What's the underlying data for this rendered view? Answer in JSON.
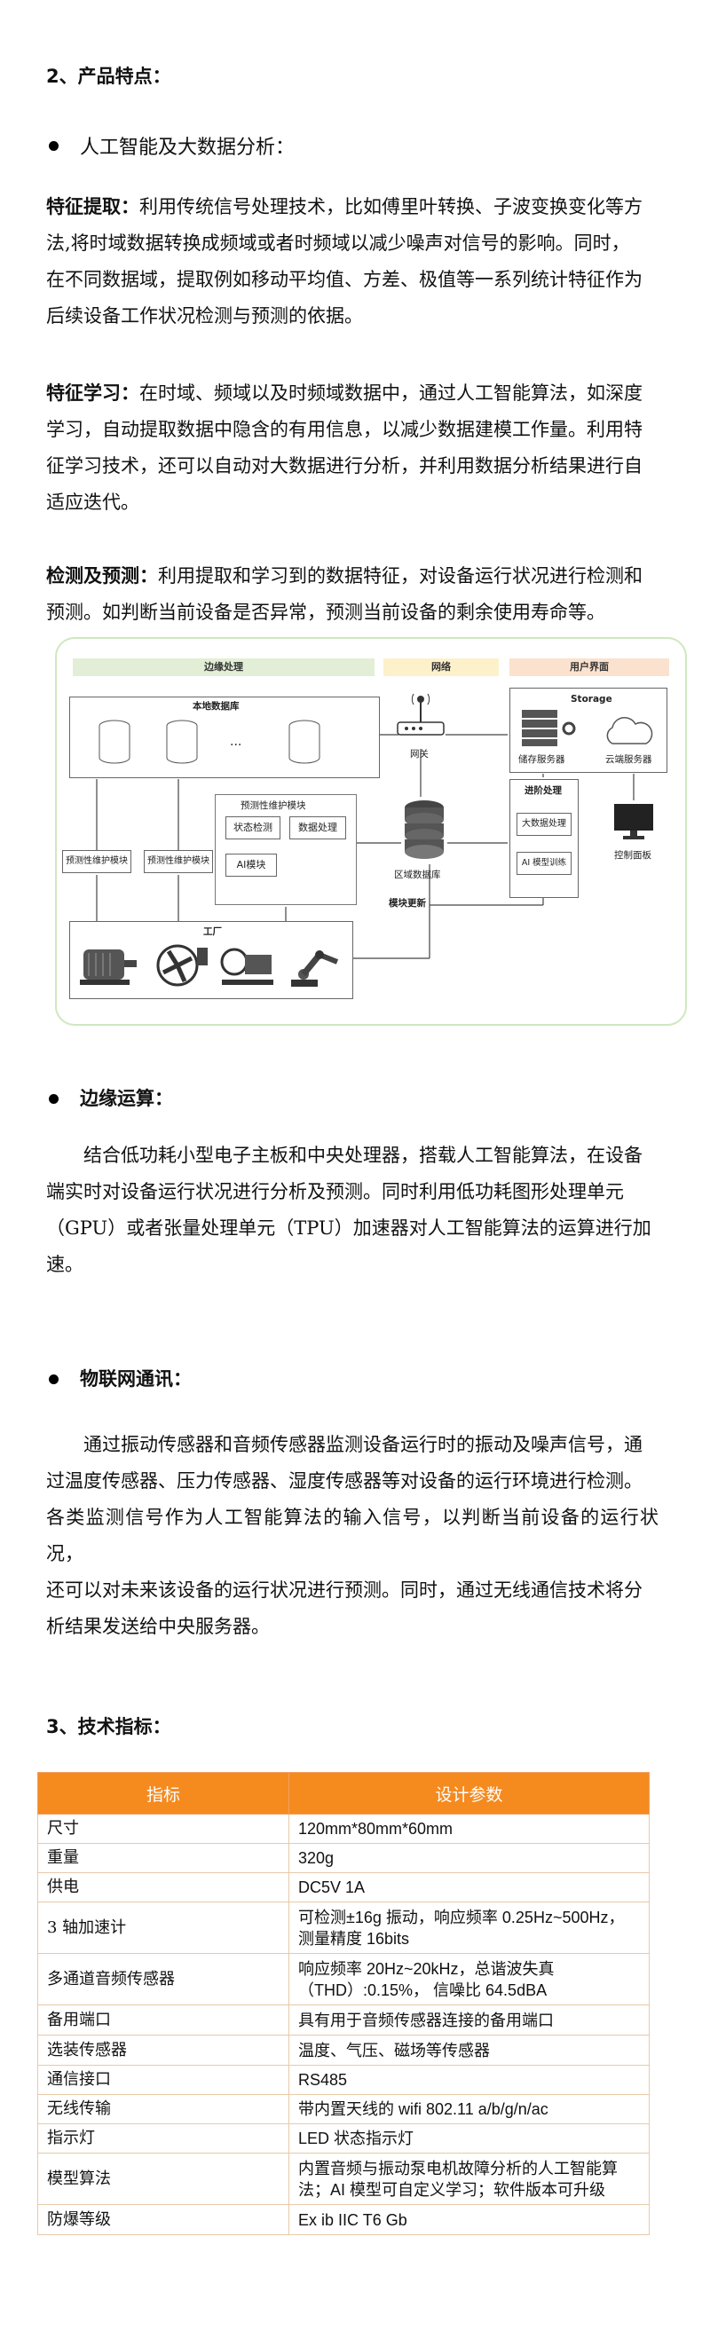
{
  "section2_title": "2、产品特点：",
  "bullet_ai": "人工智能及大数据分析：",
  "para_feature_extract": {
    "label": "特征提取：",
    "lines": [
      "利用传统信号处理技术，比如傅里叶转换、子波变换变化等方",
      "法,将时域数据转换成频域或者时频域以减少噪声对信号的影响。同时，",
      "在不同数据域，提取例如移动平均值、方差、极值等一系列统计特征作为",
      "后续设备工作状况检测与预测的依据。"
    ]
  },
  "para_feature_learn": {
    "label": "特征学习：",
    "lines": [
      "在时域、频域以及时频域数据中，通过人工智能算法，如深度",
      "学习，自动提取数据中隐含的有用信息，以减少数据建模工作量。利用特",
      "征学习技术，还可以自动对大数据进行分析，并利用数据分析结果进行自",
      "适应迭代。"
    ]
  },
  "para_detect": {
    "label": "检测及预测：",
    "lines": [
      "利用提取和学习到的数据特征，对设备运行状况进行检测和",
      "预测。如判断当前设备是否异常，预测当前设备的剩余使用寿命等。"
    ]
  },
  "diagram": {
    "band_edge": "边缘处理",
    "band_gateway": "网络",
    "band_ui": "用户界面",
    "local_db": "本地数据库",
    "ellipsis": "...",
    "gateway": "网关",
    "storage": "Storage",
    "storage_server": "储存服务器",
    "cloud_server": "云端服务器",
    "pm_module_group": "预测性维护模块",
    "status_detect": "状态检测",
    "data_process": "数据处理",
    "ai_module": "AI模块",
    "pm_module_1": "预测性维护模块",
    "pm_module_2": "预测性维护模块",
    "regional_db": "区域数据库",
    "model_update": "模块更新",
    "advanced": "进阶处理",
    "bigdata": "大数据处理",
    "ai_train": "AI 模型训练",
    "control_panel": "控制面板",
    "factory": "工厂"
  },
  "bullet_edge": "边缘运算：",
  "para_edge": [
    "结合低功耗小型电子主板和中央处理器，搭载人工智能算法，在设备",
    "端实时对设备运行状况进行分析及预测。同时利用低功耗图形处理单元",
    "（GPU）或者张量处理单元（TPU）加速器对人工智能算法的运算进行加",
    "速。"
  ],
  "bullet_iot": "物联网通讯：",
  "para_iot": [
    "通过振动传感器和音频传感器监测设备运行时的振动及噪声信号，通",
    "过温度传感器、压力传感器、湿度传感器等对设备的运行环境进行检测。",
    "各类监测信号作为人工智能算法的输入信号，以判断当前设备的运行状况，",
    "还可以对未来该设备的运行状况进行预测。同时，通过无线通信技术将分",
    "析结果发送给中央服务器。"
  ],
  "section3_title": "3、技术指标：",
  "table": {
    "header": [
      "指标",
      "设计参数"
    ],
    "rows": [
      {
        "k": "尺寸",
        "v": [
          "120mm*80mm*60mm"
        ]
      },
      {
        "k": "重量",
        "v": [
          "320g"
        ]
      },
      {
        "k": "供电",
        "v": [
          "DC5V 1A"
        ]
      },
      {
        "k": "3 轴加速计",
        "v": [
          "可检测±16g 振动，响应频率 0.25Hz~500Hz，",
          "测量精度 16bits"
        ]
      },
      {
        "k": "多通道音频传感器",
        "v": [
          "响应频率 20Hz~20kHz，总谐波失真",
          "（THD）:0.15%，  信噪比 64.5dBA"
        ]
      },
      {
        "k": "备用端口",
        "v": [
          "具有用于音频传感器连接的备用端口"
        ]
      },
      {
        "k": "选装传感器",
        "v": [
          "温度、气压、磁场等传感器"
        ]
      },
      {
        "k": "通信接口",
        "v": [
          "RS485"
        ]
      },
      {
        "k": "无线传输",
        "v": [
          "带内置天线的 wifi 802.11 a/b/g/n/ac"
        ]
      },
      {
        "k": "指示灯",
        "v": [
          "LED 状态指示灯"
        ]
      },
      {
        "k": "模型算法",
        "v": [
          "内置音频与振动泵电机故障分析的人工智能算",
          "法；AI 模型可自定义学习；软件版本可升级"
        ]
      },
      {
        "k": "防爆等级",
        "v": [
          "Ex ib  IIC T6 Gb"
        ]
      }
    ]
  },
  "colors": {
    "table_header": "#f58a1f",
    "band_green": "#e2efd6",
    "band_yellow": "#fdf1cc",
    "band_orange": "#fbe2cf"
  }
}
